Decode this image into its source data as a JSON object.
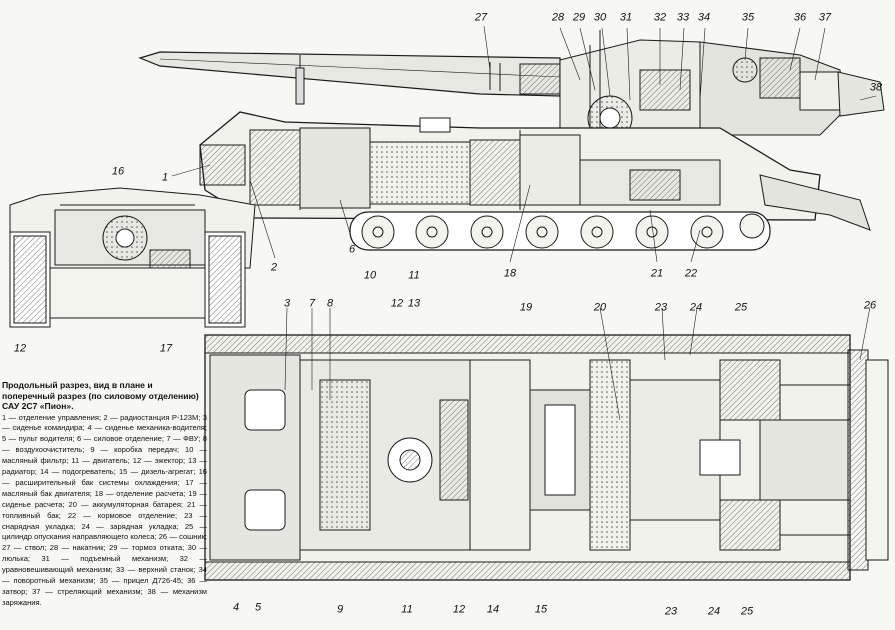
{
  "caption": {
    "title": "Продольный разрез, вид в плане и поперечный разрез (по силовому отделению) САУ 2С7 «Пион».",
    "legend": "1 — отделение управления; 2 — радиостанция Р-123М; 3 — сиденье командира; 4 — сиденье механика-водителя; 5 — пульт водителя; 6 — силовое отделение; 7 — ФВУ; 8 — воздухоочиститель; 9 — коробка передач; 10 — масляный фильтр; 11 — двигатель; 12 — эжектор; 13 — радиатор; 14 — подогреватель; 15 — дизель-агрегат; 16 — расширительный бак системы охлаждения; 17 — масляный бак двигателя; 18 — отделение расчета; 19 — сиденье расчета; 20 — аккумуляторная батарея; 21 — топливный бак; 22 — кормовое отделение; 23 — снарядная укладка; 24 — зарядная укладка; 25 — цилиндр опускания направляющего колеса; 26 — сошник; 27 — ствол; 28 — накатник; 29 — тормоз отката; 30 — люлька; 31 — подъемный механизм; 32 — уравновешивающий механизм; 33 — верхний станок; 34 — поворотный механизм; 35 — прицел Д726-45; 36 — затвор; 37 — стреляющий механизм; 38 — механизм заряжания."
  },
  "callouts": {
    "side": [
      "27",
      "28",
      "29",
      "30",
      "31",
      "32",
      "33",
      "34",
      "35",
      "36",
      "37",
      "38",
      "1",
      "2",
      "6",
      "10",
      "11",
      "18",
      "19",
      "21",
      "22"
    ],
    "front": [
      "16",
      "12",
      "17"
    ],
    "plan": [
      "3",
      "7",
      "8",
      "12",
      "13",
      "20",
      "23",
      "24",
      "25",
      "26",
      "4",
      "5",
      "9",
      "11",
      "12",
      "14",
      "15",
      "23",
      "24",
      "25"
    ]
  },
  "colors": {
    "ink": "#1a1a1a",
    "paper": "#f7f7f3",
    "hatch": "#444444"
  }
}
